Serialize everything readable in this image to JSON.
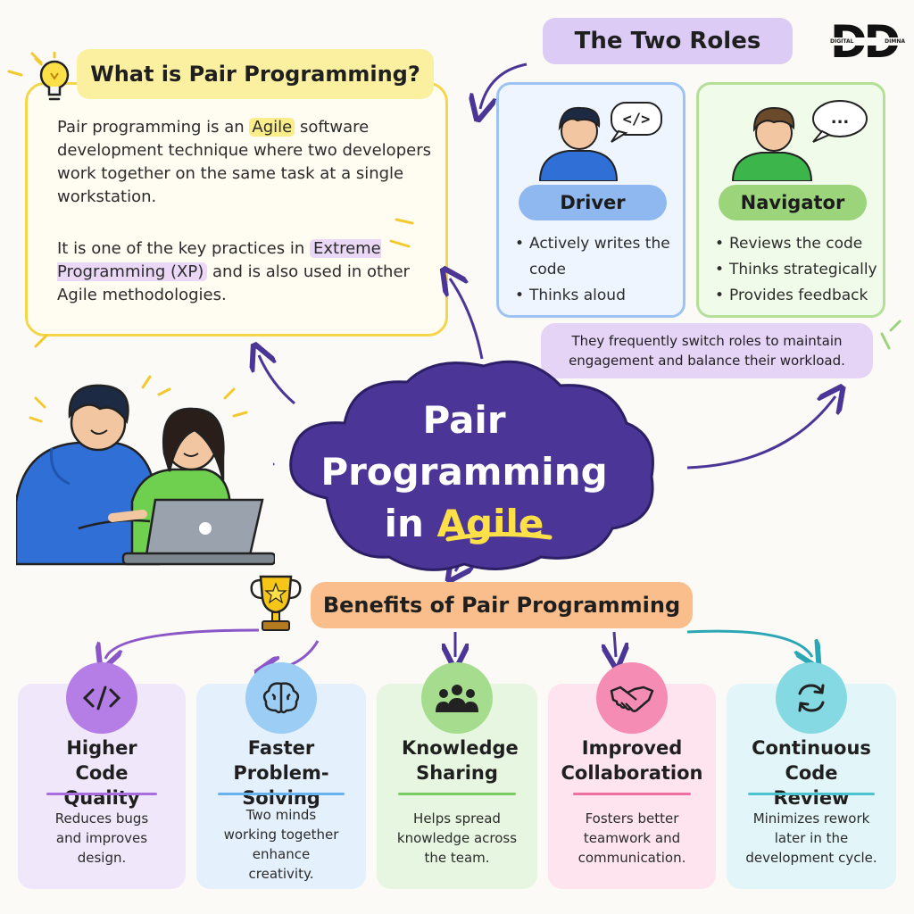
{
  "logo": {
    "letters": "DD",
    "left_word": "DIGITAL",
    "right_word": "DIMNA"
  },
  "what": {
    "title": "What is Pair Programming?",
    "p1_a": "Pair programming is an ",
    "p1_hl": "Agile",
    "p1_b": " software development technique where two developers work together on the same task at a single workstation.",
    "p2_a": "It is one of the key practices in ",
    "p2_hl": "Extreme Programming (XP)",
    "p2_b": " and is also used in other Agile methodologies."
  },
  "roles": {
    "title": "The Two Roles",
    "driver": {
      "name": "Driver",
      "bubble": "</>",
      "items": [
        "Actively writes the code",
        "Thinks aloud"
      ]
    },
    "navigator": {
      "name": "Navigator",
      "bubble": "...",
      "items": [
        "Reviews the code",
        "Thinks strategically",
        "Provides feedback"
      ]
    },
    "note": "They frequently switch roles to maintain engagement and balance their workload."
  },
  "center": {
    "line1": "Pair Programming",
    "line2_a": "in ",
    "line2_b": "Agile"
  },
  "benefits": {
    "title": "Benefits of Pair Programming",
    "items": [
      {
        "icon": "code-icon",
        "title": "Higher Code Quality",
        "desc": "Reduces bugs and improves design.",
        "accent": "#a86ee0"
      },
      {
        "icon": "brain-icon",
        "title": "Faster Problem-Solving",
        "desc": "Two minds working together enhance creativity.",
        "accent": "#67b3f0"
      },
      {
        "icon": "people-icon",
        "title": "Knowledge Sharing",
        "desc": "Helps spread knowledge across the team.",
        "accent": "#78cc62"
      },
      {
        "icon": "handshake-icon",
        "title": "Improved Collaboration",
        "desc": "Fosters better teamwork and communication.",
        "accent": "#ef6fa2"
      },
      {
        "icon": "sync-icon",
        "title": "Continuous Code Review",
        "desc": "Minimizes rework later in the development cycle.",
        "accent": "#4cc4cf"
      }
    ]
  },
  "colors": {
    "cloud": "#4b3597",
    "agile_yellow": "#fde047",
    "what_border": "#f3d64a",
    "driver": "#8fb8f0",
    "navigator": "#9cd47c"
  }
}
